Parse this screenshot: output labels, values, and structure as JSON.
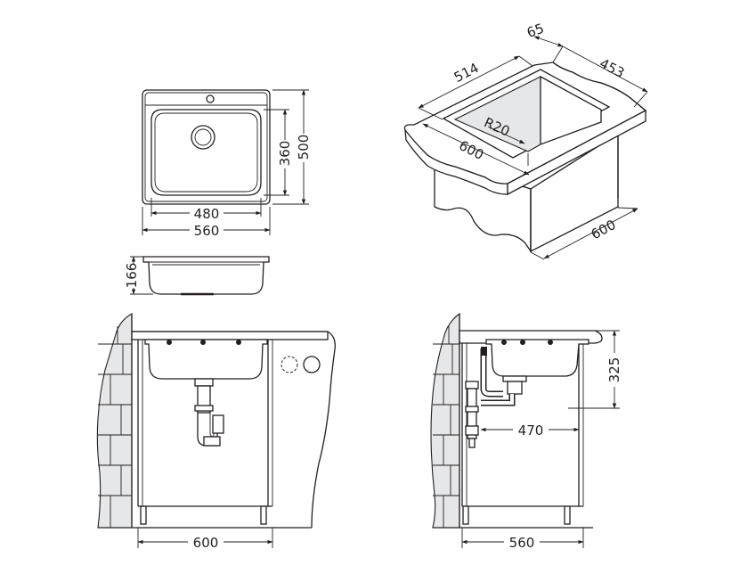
{
  "dimensions": {
    "top_view": {
      "inner_width": "480",
      "outer_width": "560",
      "inner_height": "360",
      "outer_height": "500"
    },
    "side_view": {
      "depth": "166"
    },
    "isometric": {
      "width_514": "514",
      "flange_65": "65",
      "depth_453": "453",
      "radius": "R20",
      "cabinet_width": "600",
      "cabinet_depth": "600"
    },
    "front_cabinet": {
      "width": "600"
    },
    "side_cabinet": {
      "height": "325",
      "drain_offset": "470",
      "width": "560"
    }
  },
  "colors": {
    "line": "#231f20",
    "shade": "#e6e7e8"
  }
}
